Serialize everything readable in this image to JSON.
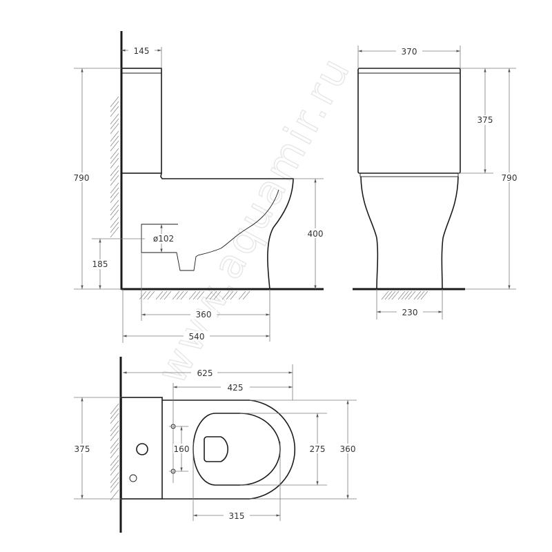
{
  "watermark": "www.aquamir.ru",
  "colors": {
    "line": "#1a1a1a",
    "dimension": "#7a7a7a",
    "text": "#333333",
    "watermark": "#e6e6e6",
    "background": "#ffffff"
  },
  "side_view": {
    "tank_depth": "145",
    "total_height": "790",
    "bowl_height": "400",
    "outlet_diameter": "ø102",
    "outlet_height": "185",
    "outlet_to_front": "360",
    "total_length": "540"
  },
  "front_view": {
    "tank_width": "370",
    "tank_height": "375",
    "total_height": "790",
    "foot_width": "230"
  },
  "top_view": {
    "total_depth": "625",
    "bowl_depth": "425",
    "tank_width": "375",
    "fixing_spacing": "160",
    "seat_inner_width": "275",
    "bowl_width": "360",
    "seat_inner_length": "315"
  }
}
